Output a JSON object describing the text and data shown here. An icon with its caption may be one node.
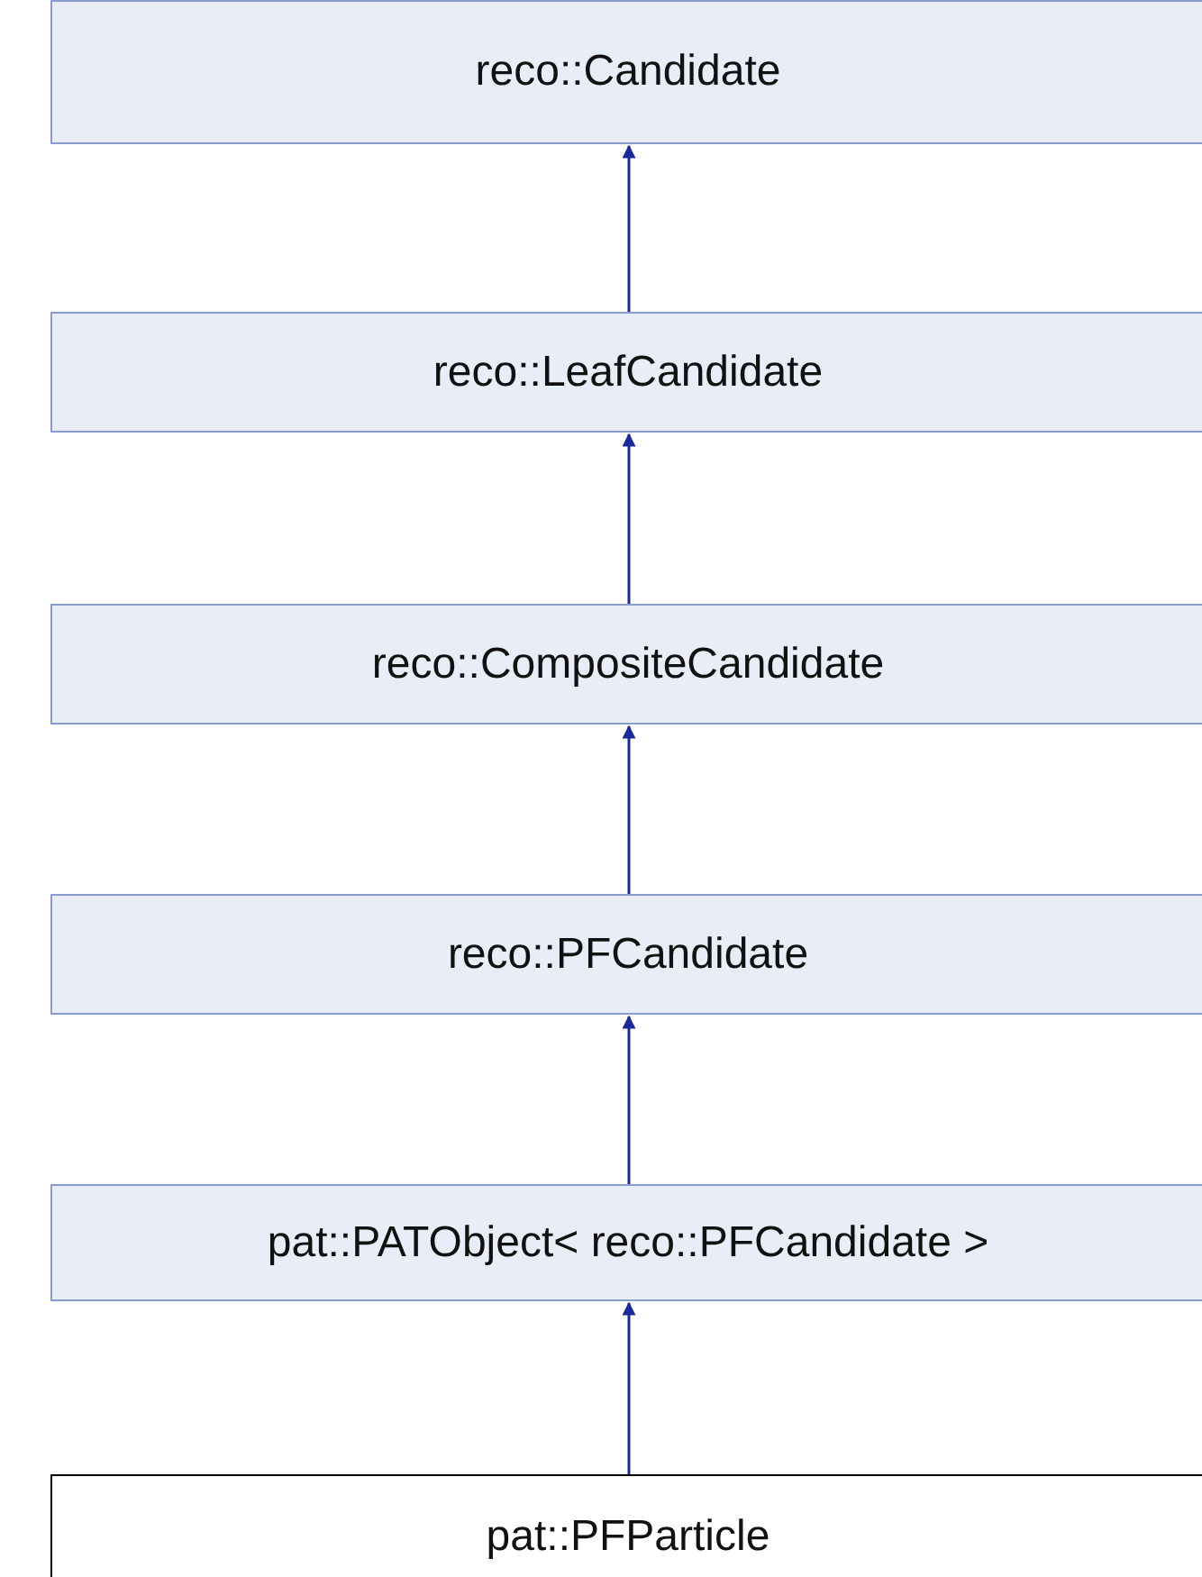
{
  "diagram": {
    "nodes": [
      {
        "text": [
          "reco::Candidate"
        ]
      },
      {
        "text": [
          "reco::LeafCandidate"
        ]
      },
      {
        "text": [
          "reco::CompositeCandidate"
        ]
      },
      {
        "text": [
          "reco::PFCandidate"
        ]
      },
      {
        "text": [
          "pat::PATObject< reco::PFCandidate >"
        ]
      },
      {
        "text": [
          "pat::PFParticle"
        ]
      }
    ],
    "edges": [
      {
        "from": 1,
        "to": 0,
        "arrow": "to"
      },
      {
        "from": 2,
        "to": 1,
        "arrow": "to"
      },
      {
        "from": 3,
        "to": 2,
        "arrow": "to"
      },
      {
        "from": 4,
        "to": 3,
        "arrow": "to"
      },
      {
        "from": 5,
        "to": 4,
        "arrow": "to"
      }
    ]
  }
}
